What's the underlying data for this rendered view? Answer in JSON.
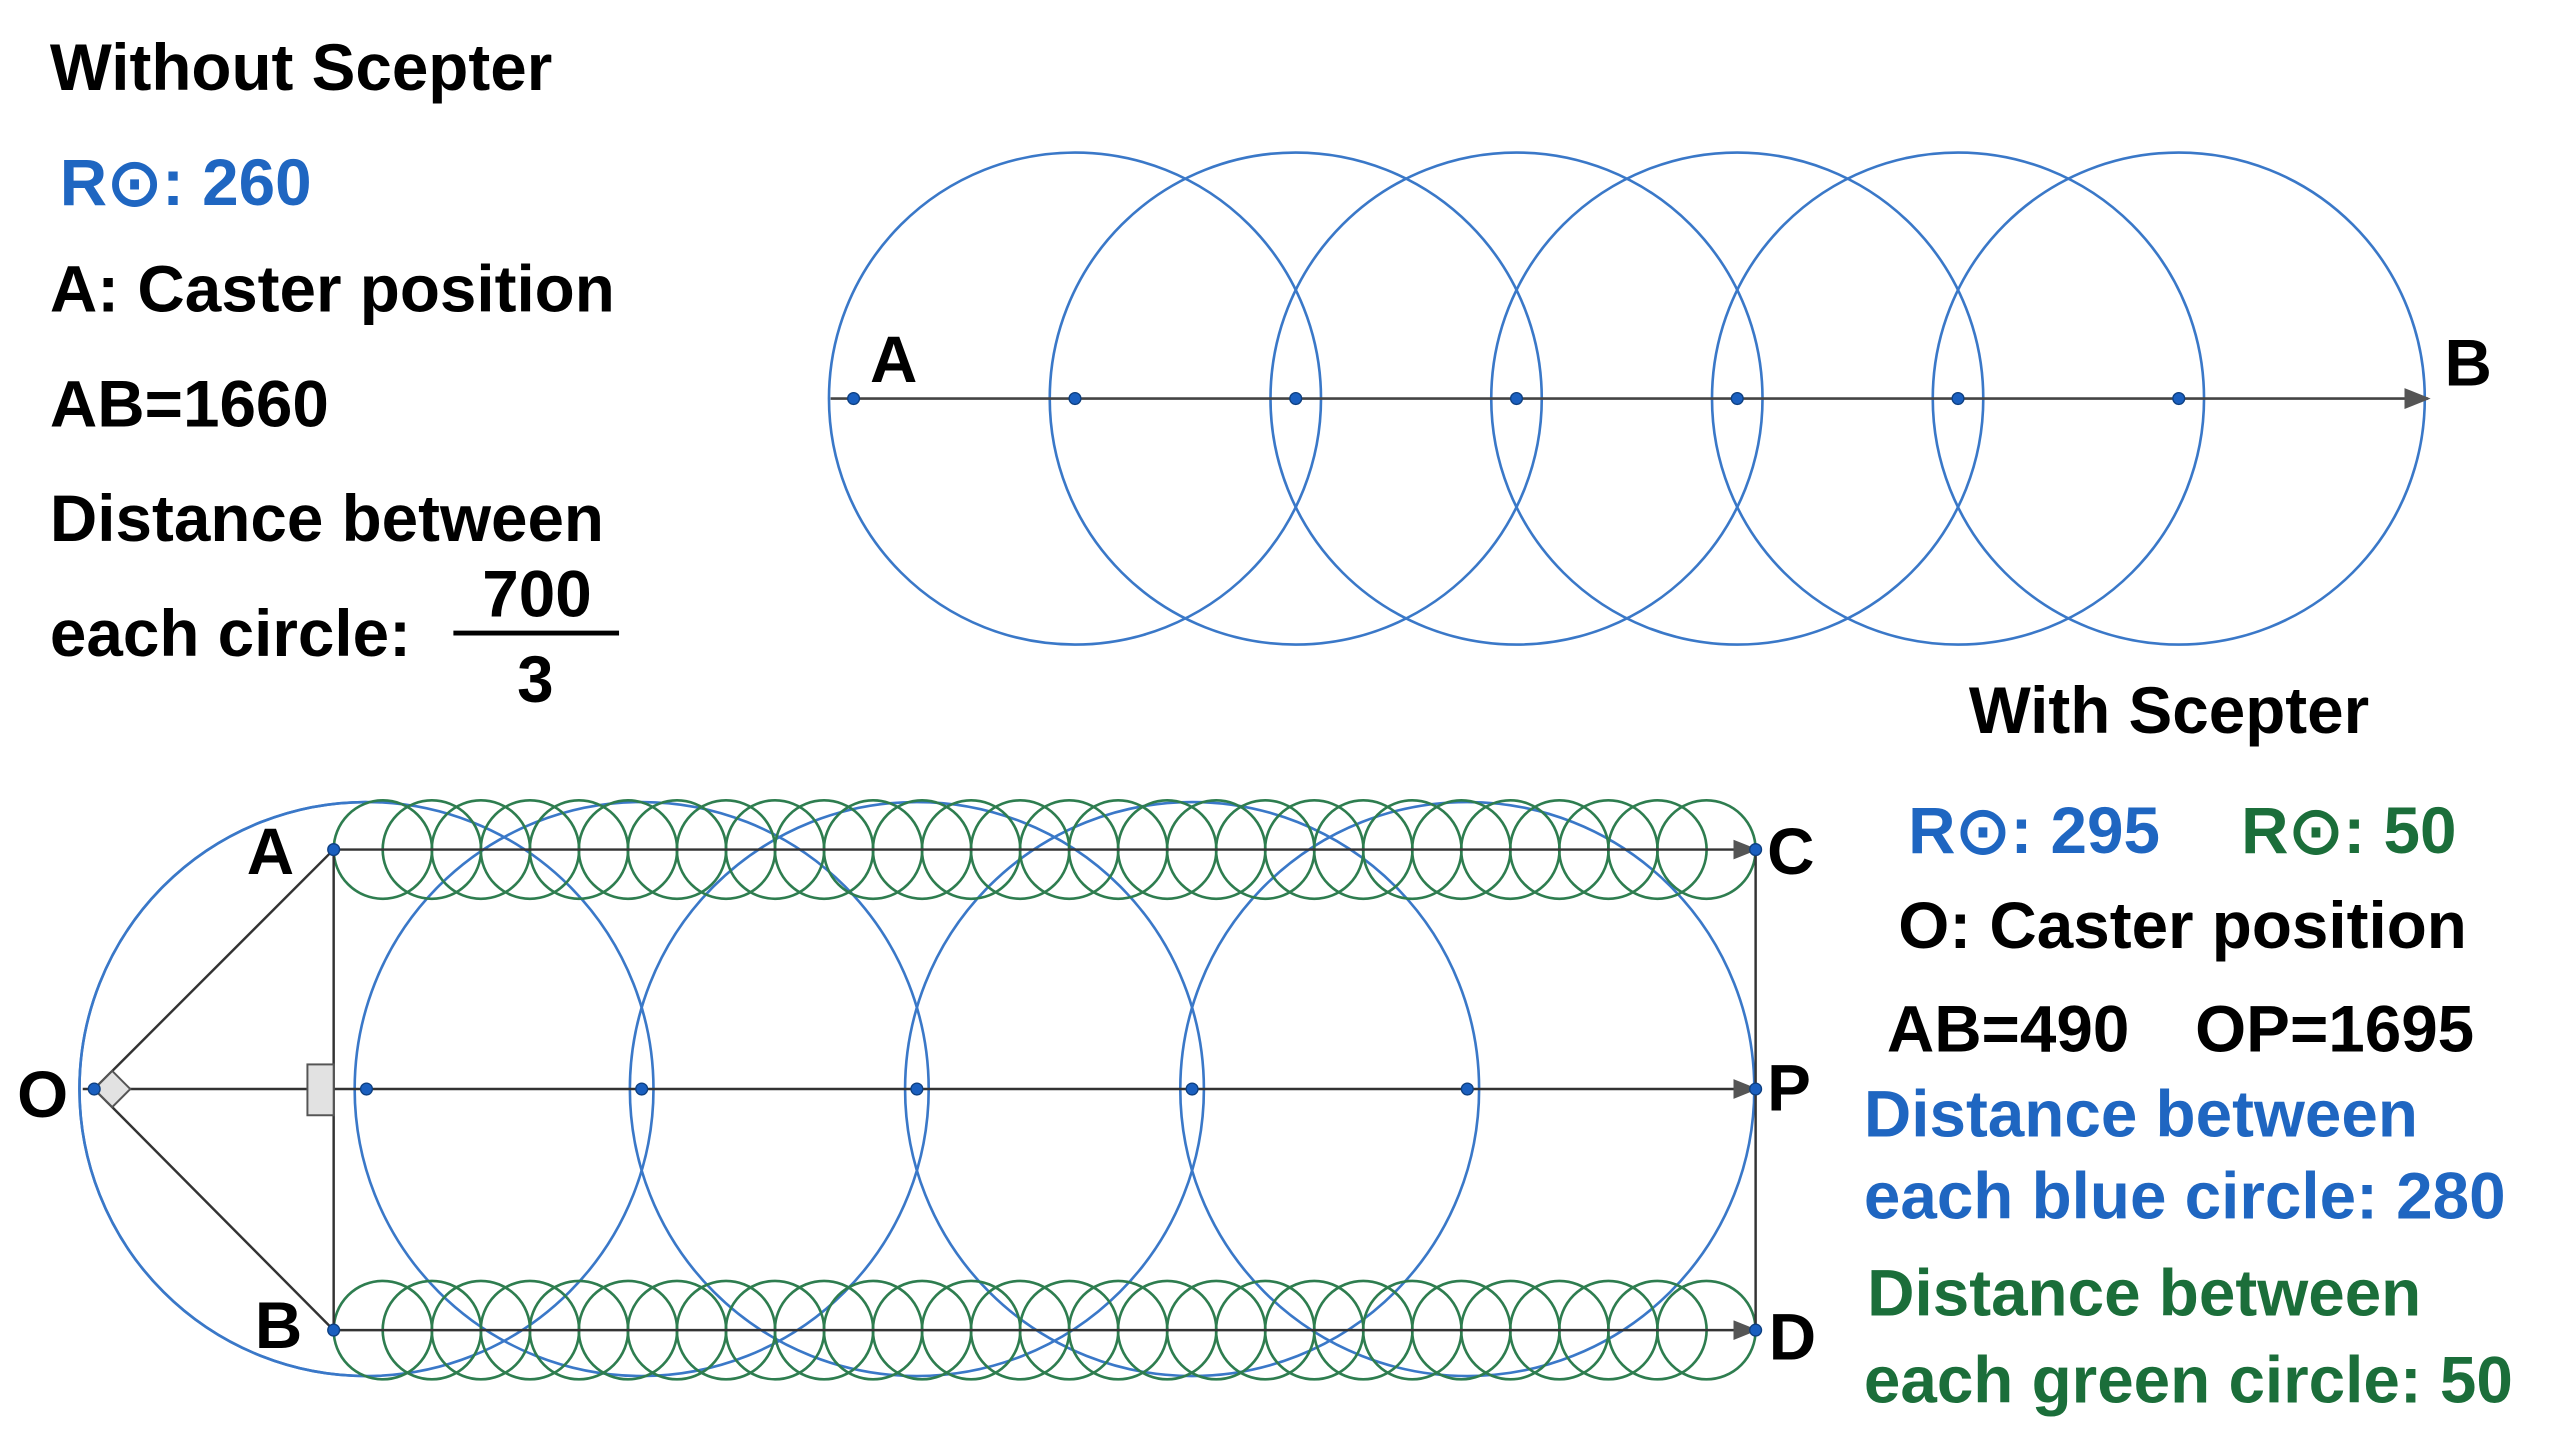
{
  "colors": {
    "blue_circle": "#3a78c8",
    "green_circle": "#2e7d4f",
    "blue_text": "#1f66c1",
    "green_text": "#1b6e3a",
    "point": "#1a5fbf",
    "line": "#333333"
  },
  "without_scepter": {
    "title": "Without Scepter",
    "radius_text": "R⊙: 260",
    "caster_text": "A: Caster position",
    "ab_text": "AB=1660",
    "distance_line1": "Distance between",
    "distance_line2": "each circle:",
    "fraction_numerator": "700",
    "fraction_denominator": "3",
    "labels": {
      "start": "A",
      "end": "B"
    },
    "circle_count": 6
  },
  "with_scepter": {
    "title": "With Scepter",
    "blue_radius_text": "R⊙: 295",
    "green_radius_text": "R⊙: 50",
    "caster_text": "O: Caster position",
    "ab_text": "AB=490",
    "op_text": "OP=1695",
    "blue_distance_line1": "Distance between",
    "blue_distance_line2": "each blue circle: 280",
    "green_distance_line1": "Distance between",
    "green_distance_line2": "each green circle: 50",
    "labels": {
      "o": "O",
      "a": "A",
      "b": "B",
      "c": "C",
      "p": "P",
      "d": "D"
    },
    "blue_circle_count": 5,
    "green_circle_count_per_row": 28
  }
}
